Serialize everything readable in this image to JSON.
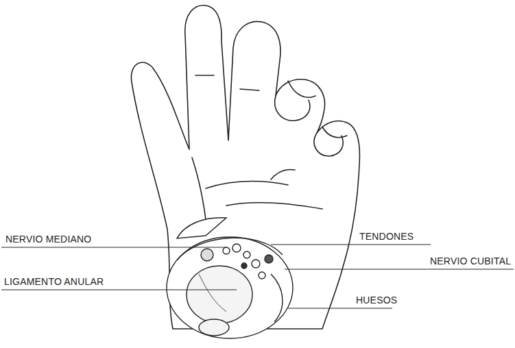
{
  "diagram": {
    "labels": [
      "NERVIO MEDIANO",
      "TENDONES",
      "NERVIO CUBITAL",
      "LIGAMENTO ANULAR",
      "HUESOS"
    ]
  }
}
